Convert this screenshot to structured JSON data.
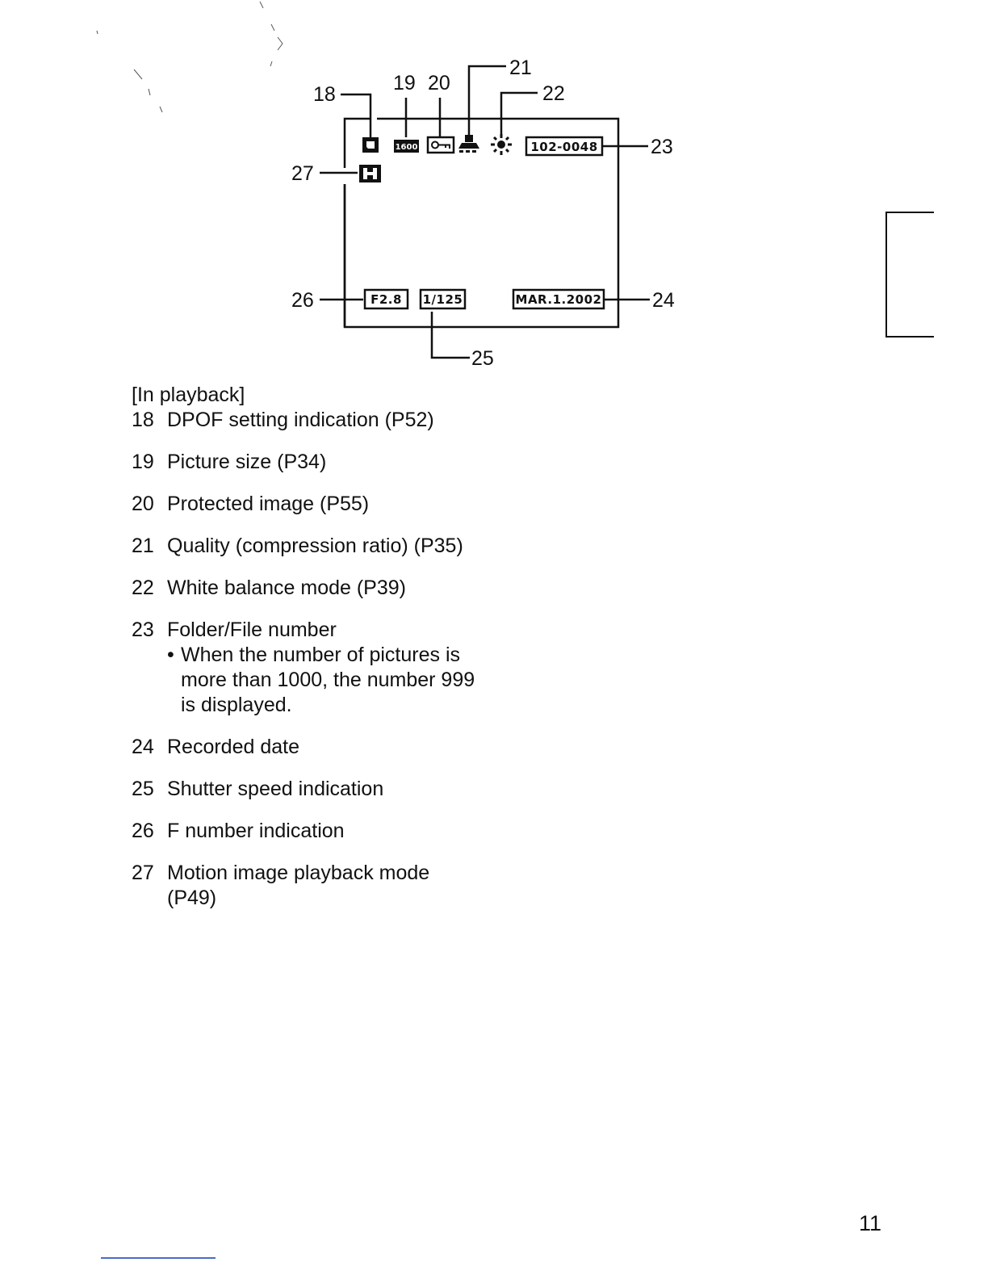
{
  "diagram": {
    "callouts": [
      "18",
      "19",
      "20",
      "21",
      "22",
      "23",
      "24",
      "25",
      "26",
      "27"
    ],
    "boxes": {
      "picture_size": "1600",
      "folder_file": "102-0048",
      "f_number": "F2.8",
      "shutter": "1/125",
      "date": "MAR.1.2002"
    },
    "icons": [
      "dpof-icon",
      "picture-size-icon",
      "protect-key-icon",
      "quality-icon",
      "white-balance-sun-icon",
      "motion-image-icon"
    ]
  },
  "legend": {
    "heading": "[In playback]",
    "items": [
      {
        "num": "18",
        "text": "DPOF setting indication (P52)"
      },
      {
        "num": "19",
        "text": "Picture size (P34)"
      },
      {
        "num": "20",
        "text": "Protected image (P55)"
      },
      {
        "num": "21",
        "text": "Quality (compression ratio) (P35)"
      },
      {
        "num": "22",
        "text": "White balance mode (P39)"
      },
      {
        "num": "23",
        "text": "Folder/File number",
        "note": "When the number of pictures is more than 1000, the number 999 is displayed."
      },
      {
        "num": "24",
        "text": "Recorded date"
      },
      {
        "num": "25",
        "text": "Shutter speed indication"
      },
      {
        "num": "26",
        "text": "F number indication"
      },
      {
        "num": "27",
        "text": "Motion image playback mode (P49)"
      }
    ]
  },
  "page_number": "11",
  "colors": {
    "ink": "#111111",
    "underline": "#4a6cc8"
  }
}
